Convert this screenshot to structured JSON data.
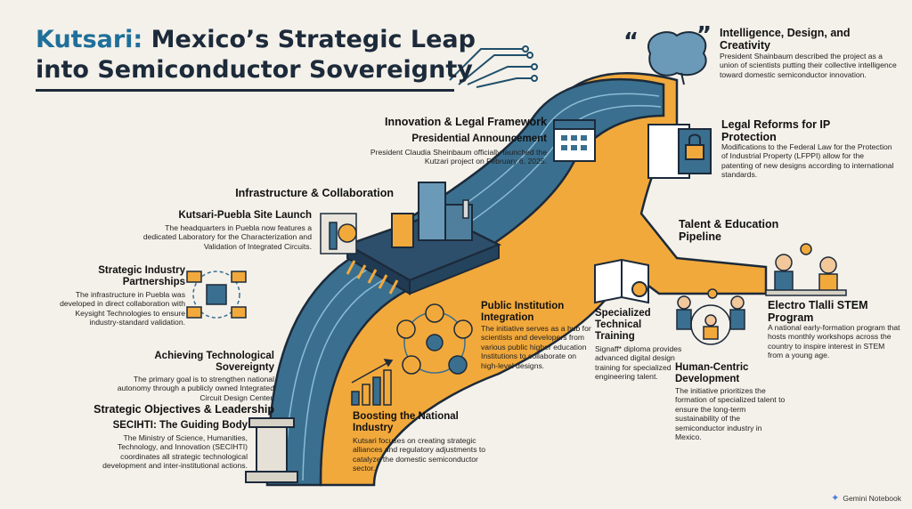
{
  "title": {
    "part1": "Kutsari:",
    "part2": " Mexico’s Strategic Leap into Semiconductor Sovereignty"
  },
  "sections": {
    "intelligence": {
      "heading": "Intelligence, Design, and Creativity",
      "body": "President Shainbaum described the project as a union of scientists putting their collective intelligence toward domestic semiconductor innovation."
    },
    "innovation_legal": {
      "heading": "Innovation & Legal Framework"
    },
    "presidential": {
      "heading": "Presidential Announcement",
      "body": "President Claudia Sheinbaum officially launched the Kutzari project on February 6, 2025."
    },
    "legal_reforms": {
      "heading": "Legal Reforms for IP Protection",
      "body": "Modifications to the Federal Law for the Protection of Industrial Property (LFPPI) allow for the patenting of new designs according to international standards."
    },
    "infrastructure": {
      "heading": "Infrastructure & Collaboration"
    },
    "puebla": {
      "heading": "Kutsari-Puebla Site Launch",
      "body": "The headquarters in Puebla now features a dedicated Laboratory for the Characterization and Validation of Integrated Circuits."
    },
    "talent": {
      "heading": "Talent & Education Pipeline"
    },
    "partnerships": {
      "heading": "Strategic Industry Partnerships",
      "body": "The infrastructure in Puebla was developed in direct collaboration with Keysight Technologies to ensure industry-standard validation."
    },
    "public_institution": {
      "heading": "Public Institution Integration",
      "body": "The initiative serves as a hub for scientists and developers from various public higher education Institutions to collaborate on high-level designs."
    },
    "specialized": {
      "heading": "Specialized Technical Training",
      "body": "Signaff* diploma provides advanced digital design training for specialized engineering talent."
    },
    "electro": {
      "heading": "Electro Tlalli STEM Program",
      "body": "A national early-formation program that hosts monthly workshops across the country to inspire interest in STEM from a young age."
    },
    "sovereignty": {
      "heading": "Achieving Technological Sovereignty",
      "body": "The primary  goal is to strengthen national autonomy through a publicly owned Integrated Circuit Design Center."
    },
    "human": {
      "heading": "Human-Centric Development",
      "body": "The initiative prioritizes the formation of specialized talent to ensure the long-term sustainability of the semiconductor industry in Mexico."
    },
    "objectives": {
      "heading": "Strategic Objectives & Leadership"
    },
    "secihti": {
      "heading": "SECIHTI: The Guiding Body",
      "body": "The Ministry of Science, Humanities, Technology, and Innovation (SECIHTI) coordinates all strategic technological development and inter-institutional actions."
    },
    "boosting": {
      "heading": "Boosting the National Industry",
      "body": "Kutsari focuses on creating strategic alliances and regulatory adjustments to catalyze the domestic semiconductor sector."
    }
  },
  "badge": {
    "label": "Gemini Notebook"
  },
  "colors": {
    "road": "#3a6f8f",
    "road_edge": "#1c2a3a",
    "gold": "#f2a93b",
    "bg": "#f4f1ea"
  }
}
